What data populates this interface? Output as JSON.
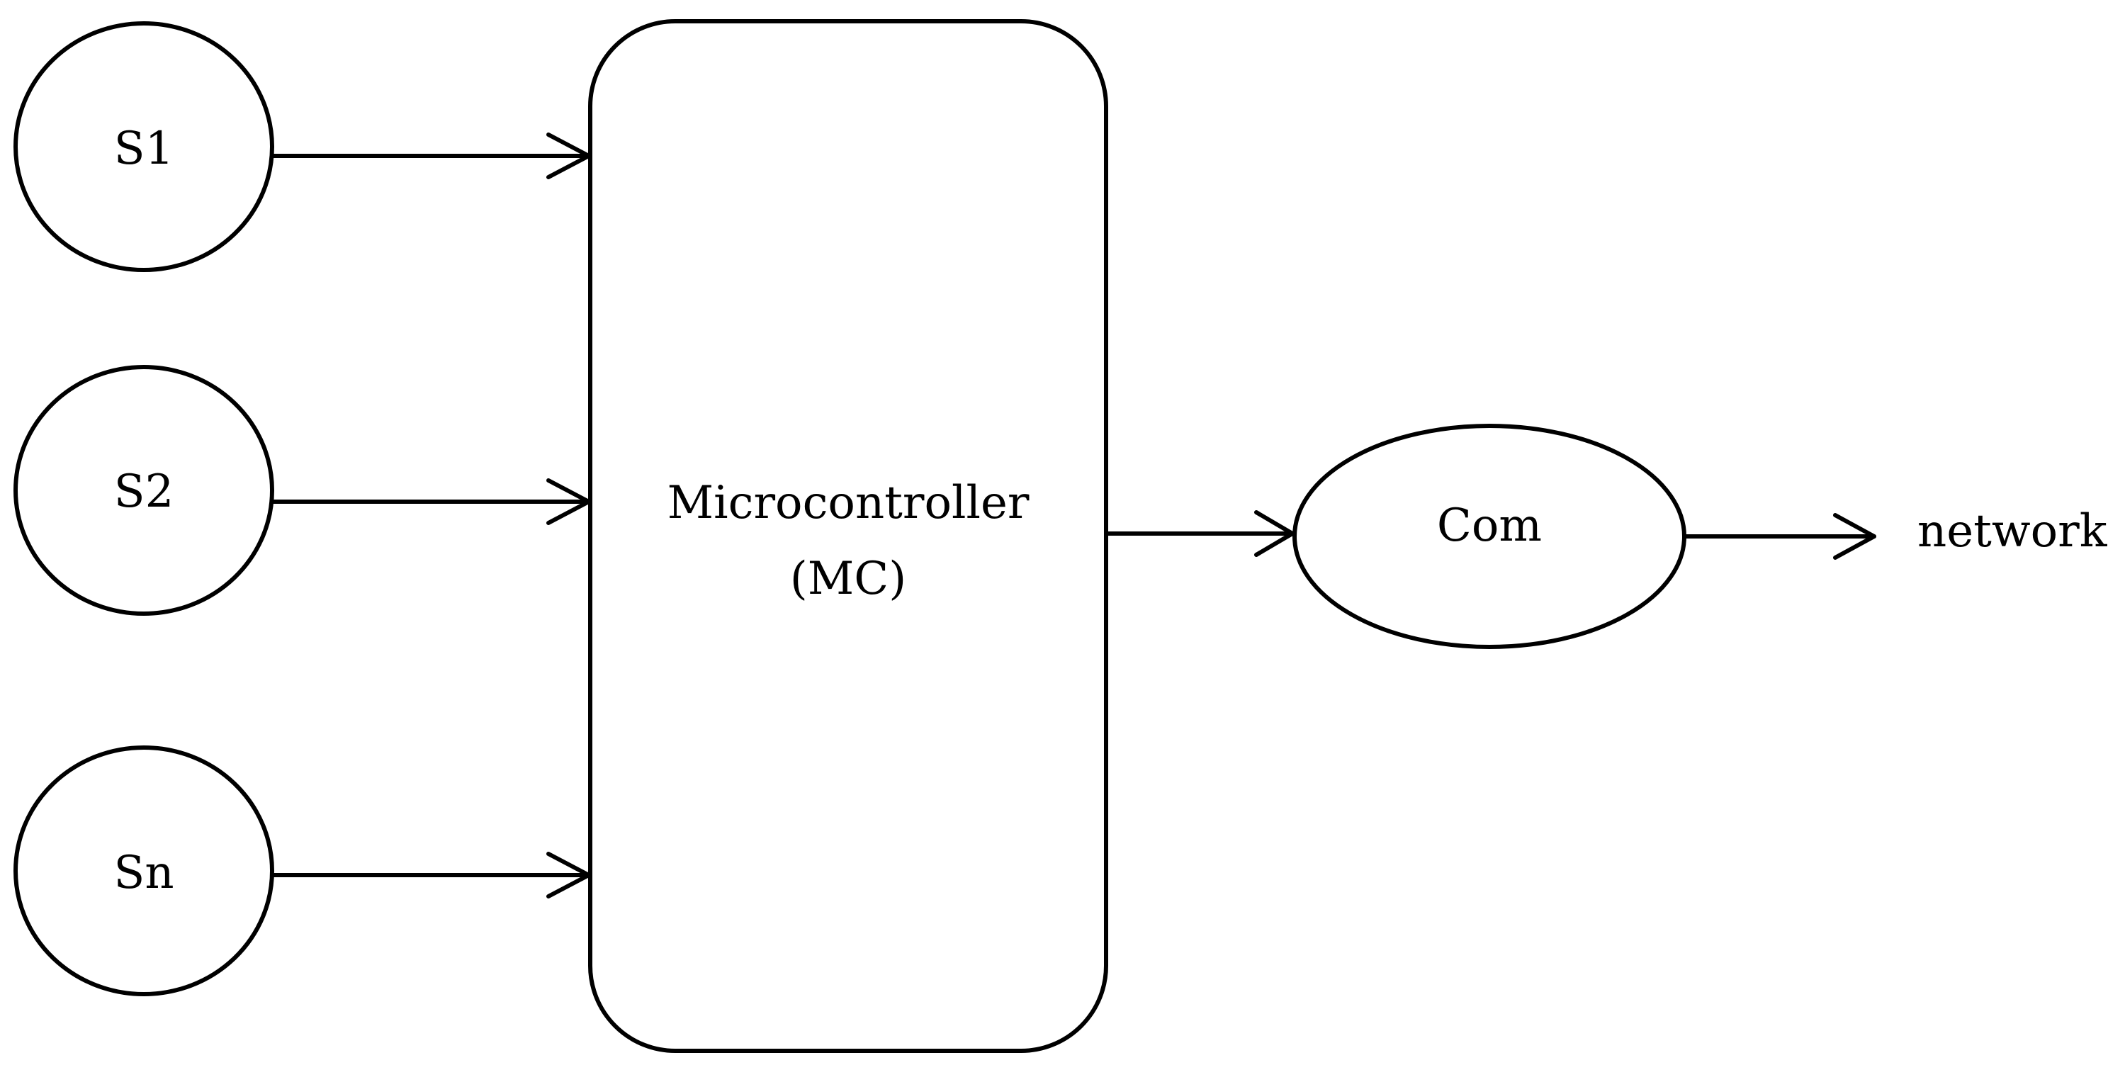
{
  "nodes": {
    "s1": "S1",
    "s2": "S2",
    "sn": "Sn",
    "mc_line1": "Microcontroller",
    "mc_line2": "(MC)",
    "com": "Com",
    "network": "network"
  }
}
